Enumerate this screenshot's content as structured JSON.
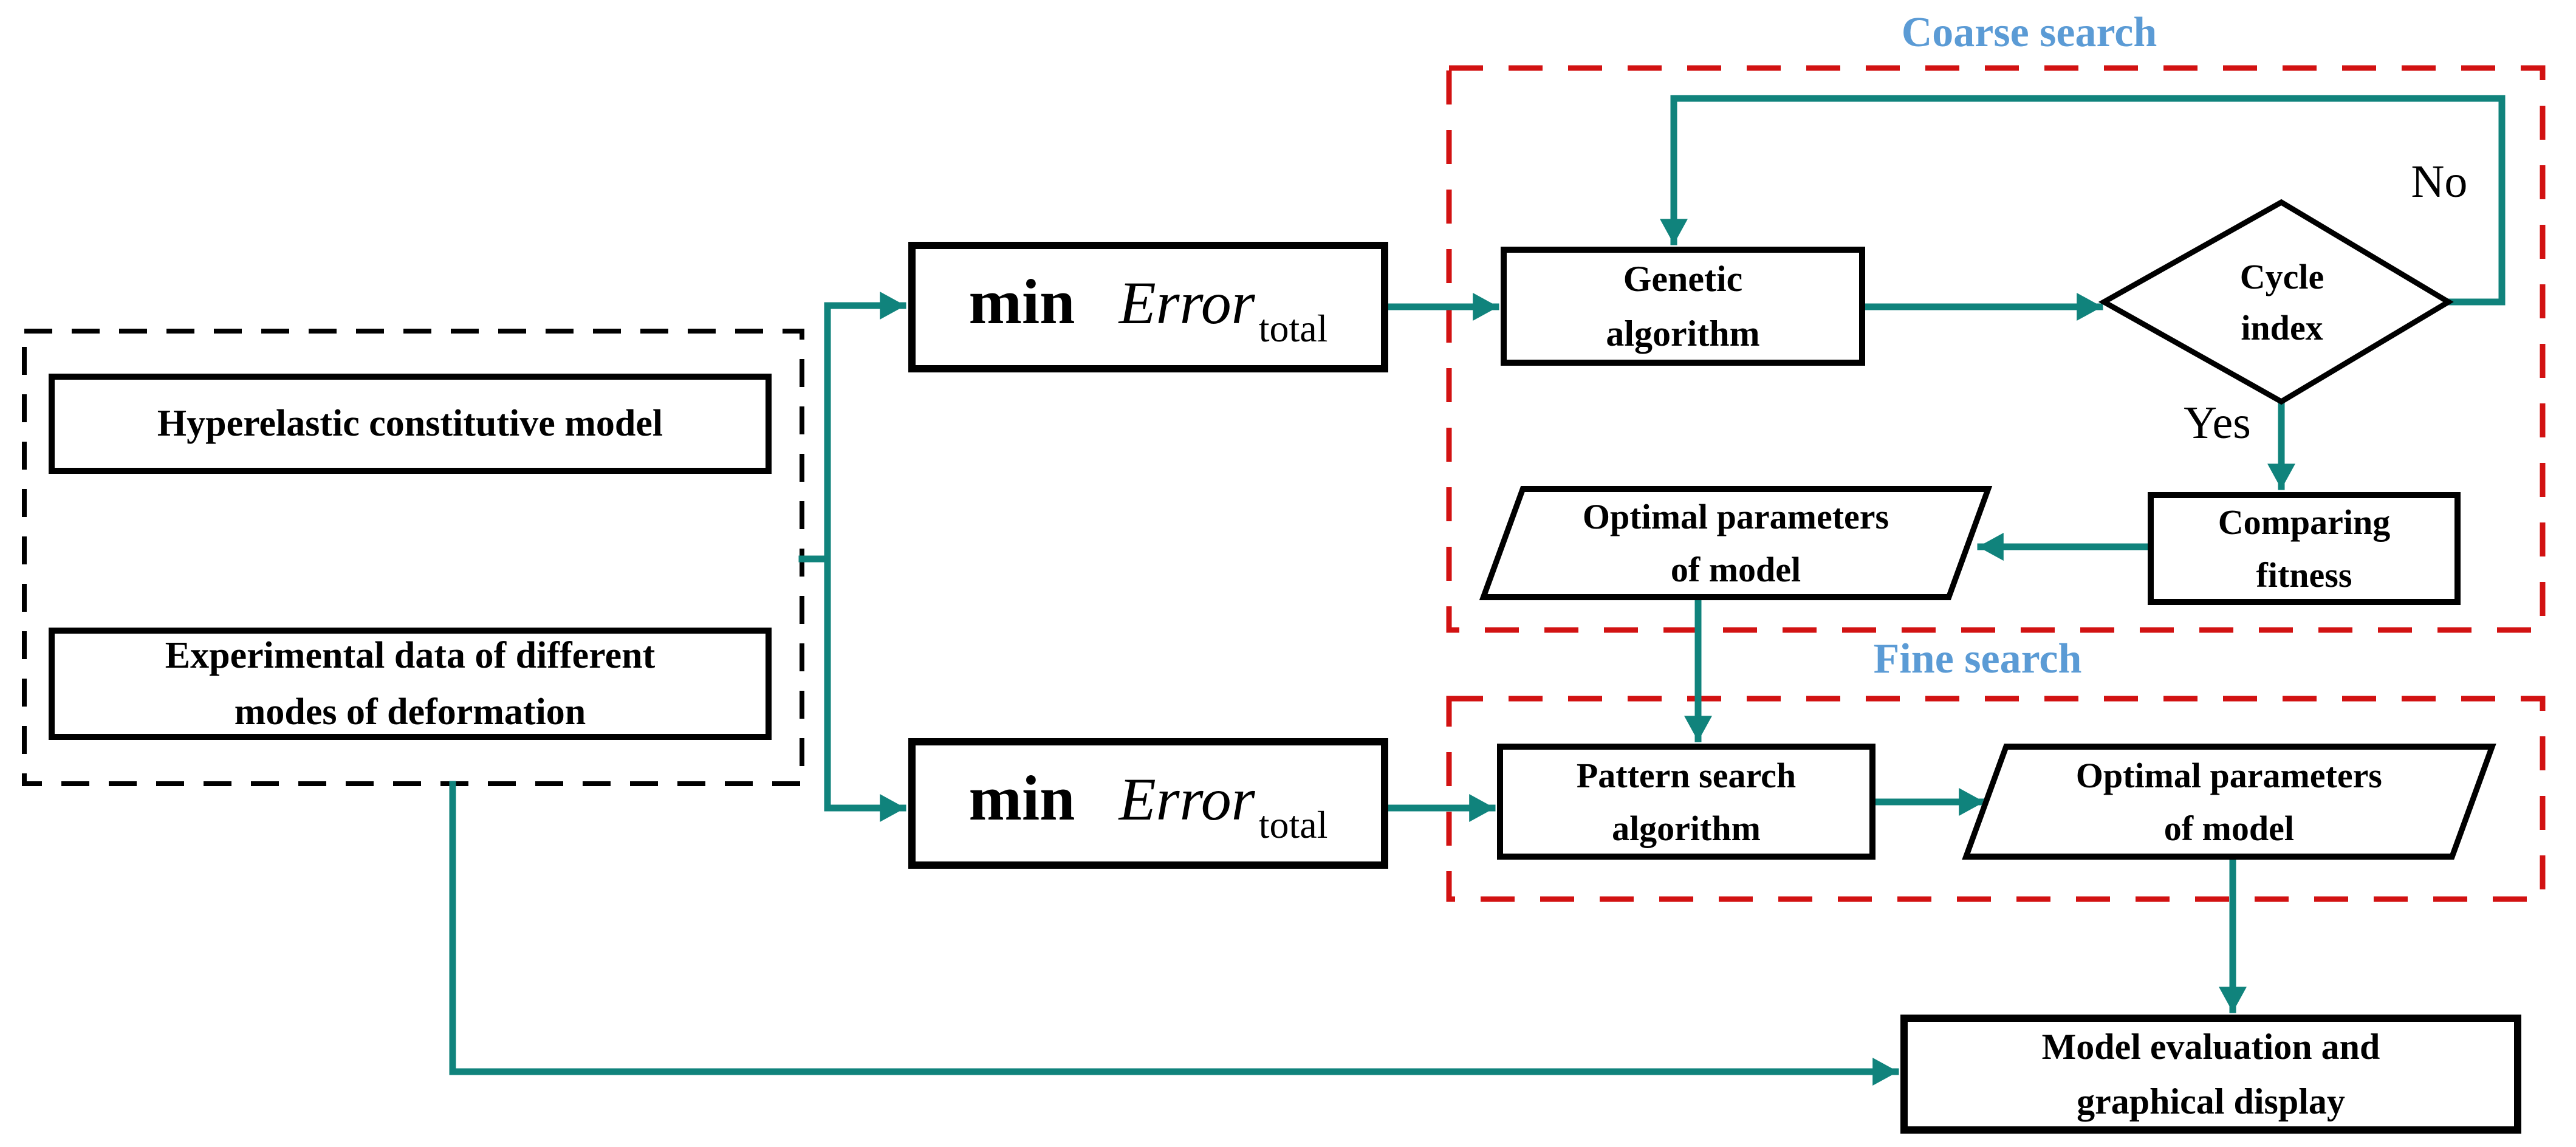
{
  "figure": {
    "colors": {
      "arrow_teal": "#10837C",
      "dashed_red": "#D21212",
      "label_blue": "#5B9BD5",
      "shape_black": "#000000"
    },
    "inputs": {
      "hyperelastic_box": "Hyperelastic constitutive model",
      "experimental_box": "Experimental data of different modes of deformation"
    },
    "objective": {
      "min": "min",
      "error": "Error",
      "subscript": "total"
    },
    "coarse_search": {
      "region_label": "Coarse search",
      "genetic_algorithm_box": "Genetic algorithm",
      "cycle_index_decision": "Cycle index",
      "no_branch_label": "No",
      "yes_branch_label": "Yes",
      "comparing_fitness_box": "Comparing fitness",
      "optimal_parameters_box": "Optimal parameters of model"
    },
    "fine_search": {
      "region_label": "Fine search",
      "pattern_search_box": "Pattern search algorithm",
      "optimal_parameters_box": "Optimal parameters of model"
    },
    "output": {
      "model_evaluation_box": "Model evaluation and graphical display"
    }
  }
}
